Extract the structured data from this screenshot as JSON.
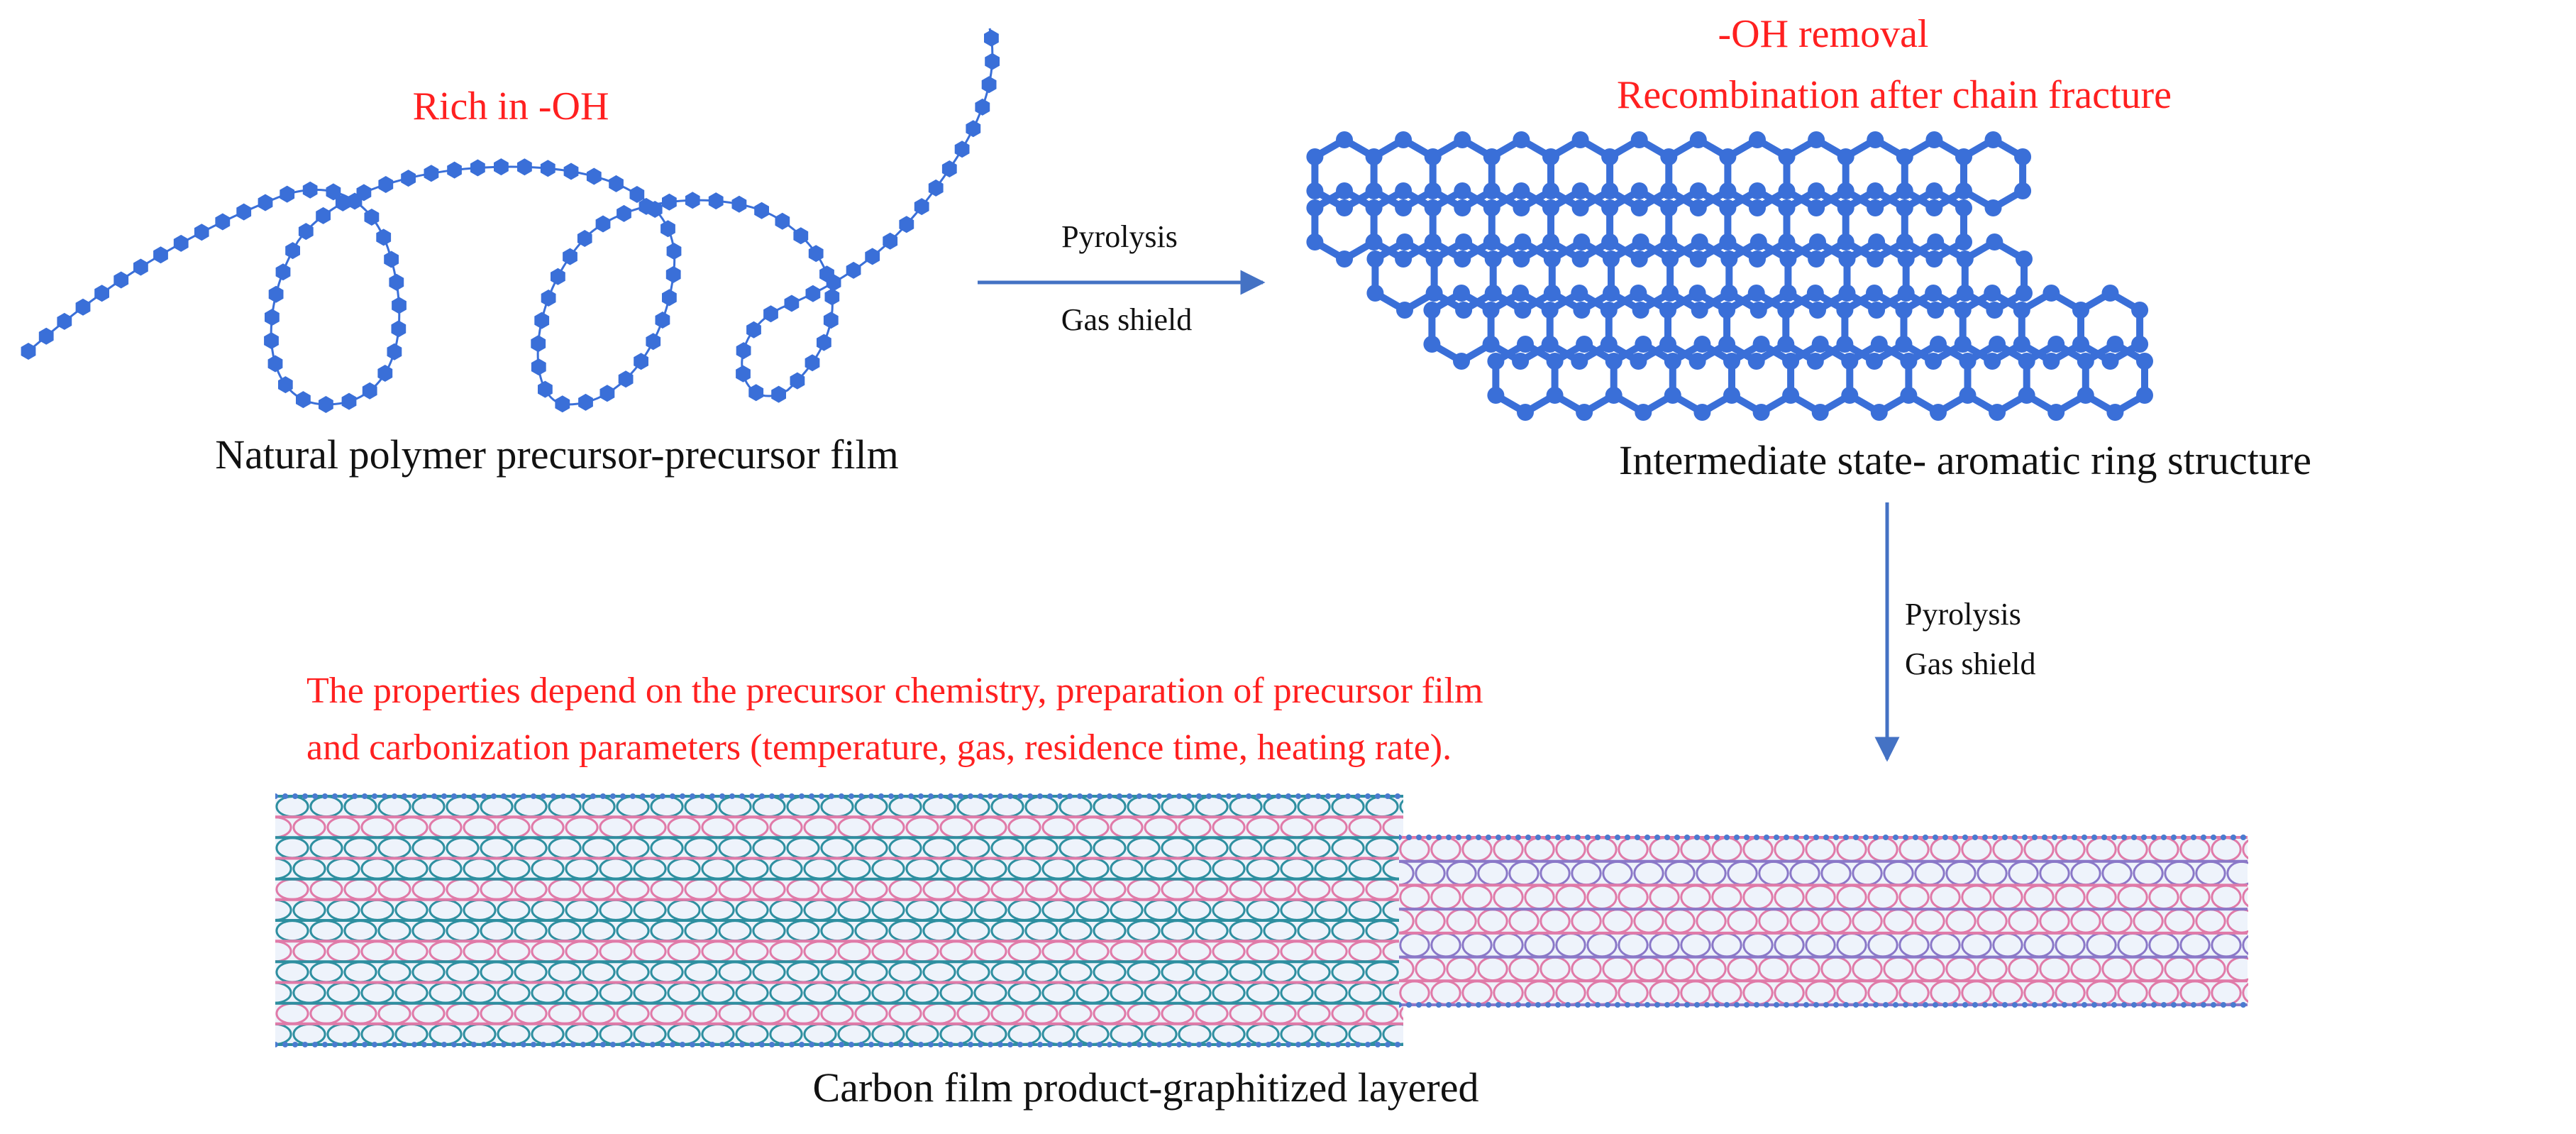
{
  "labels": {
    "rich_oh": "Rich in -OH",
    "precursor_caption": "Natural polymer precursor-precursor film",
    "oh_removal": "-OH removal",
    "recombination": "Recombination after chain fracture",
    "intermediate_caption": "Intermediate state- aromatic ring structure",
    "step1_line1": "Pyrolysis",
    "step1_line2": "Gas shield",
    "step2_line1": "Pyrolysis",
    "step2_line2": "Gas shield",
    "properties_line1": "The properties depend on the precursor chemistry, preparation of precursor film",
    "properties_line2": "and carbonization parameters (temperature, gas, residence time, heating rate).",
    "carbon_caption": "Carbon film product-graphitized layered"
  },
  "colors": {
    "accent_red": "#ff2020",
    "chain_blue": "#3a6fd8",
    "arrow_blue": "#4472c4",
    "tube_teal": "#2e8fa0",
    "tube_pink": "#e07aa8",
    "text": "#111111"
  }
}
